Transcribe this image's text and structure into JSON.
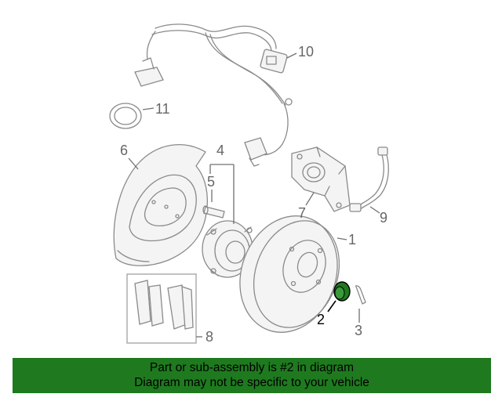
{
  "callouts": {
    "c1": "1",
    "c2": "2",
    "c3": "3",
    "c4": "4",
    "c5": "5",
    "c6": "6",
    "c7": "7",
    "c8": "8",
    "c9": "9",
    "c10": "10",
    "c11": "11"
  },
  "highlight_color": "#1f7a1f",
  "banner": {
    "line1": "Part or sub-assembly is #2 in diagram",
    "line2": "Diagram may not be specific to your vehicle",
    "background": "#1f7a1f"
  }
}
